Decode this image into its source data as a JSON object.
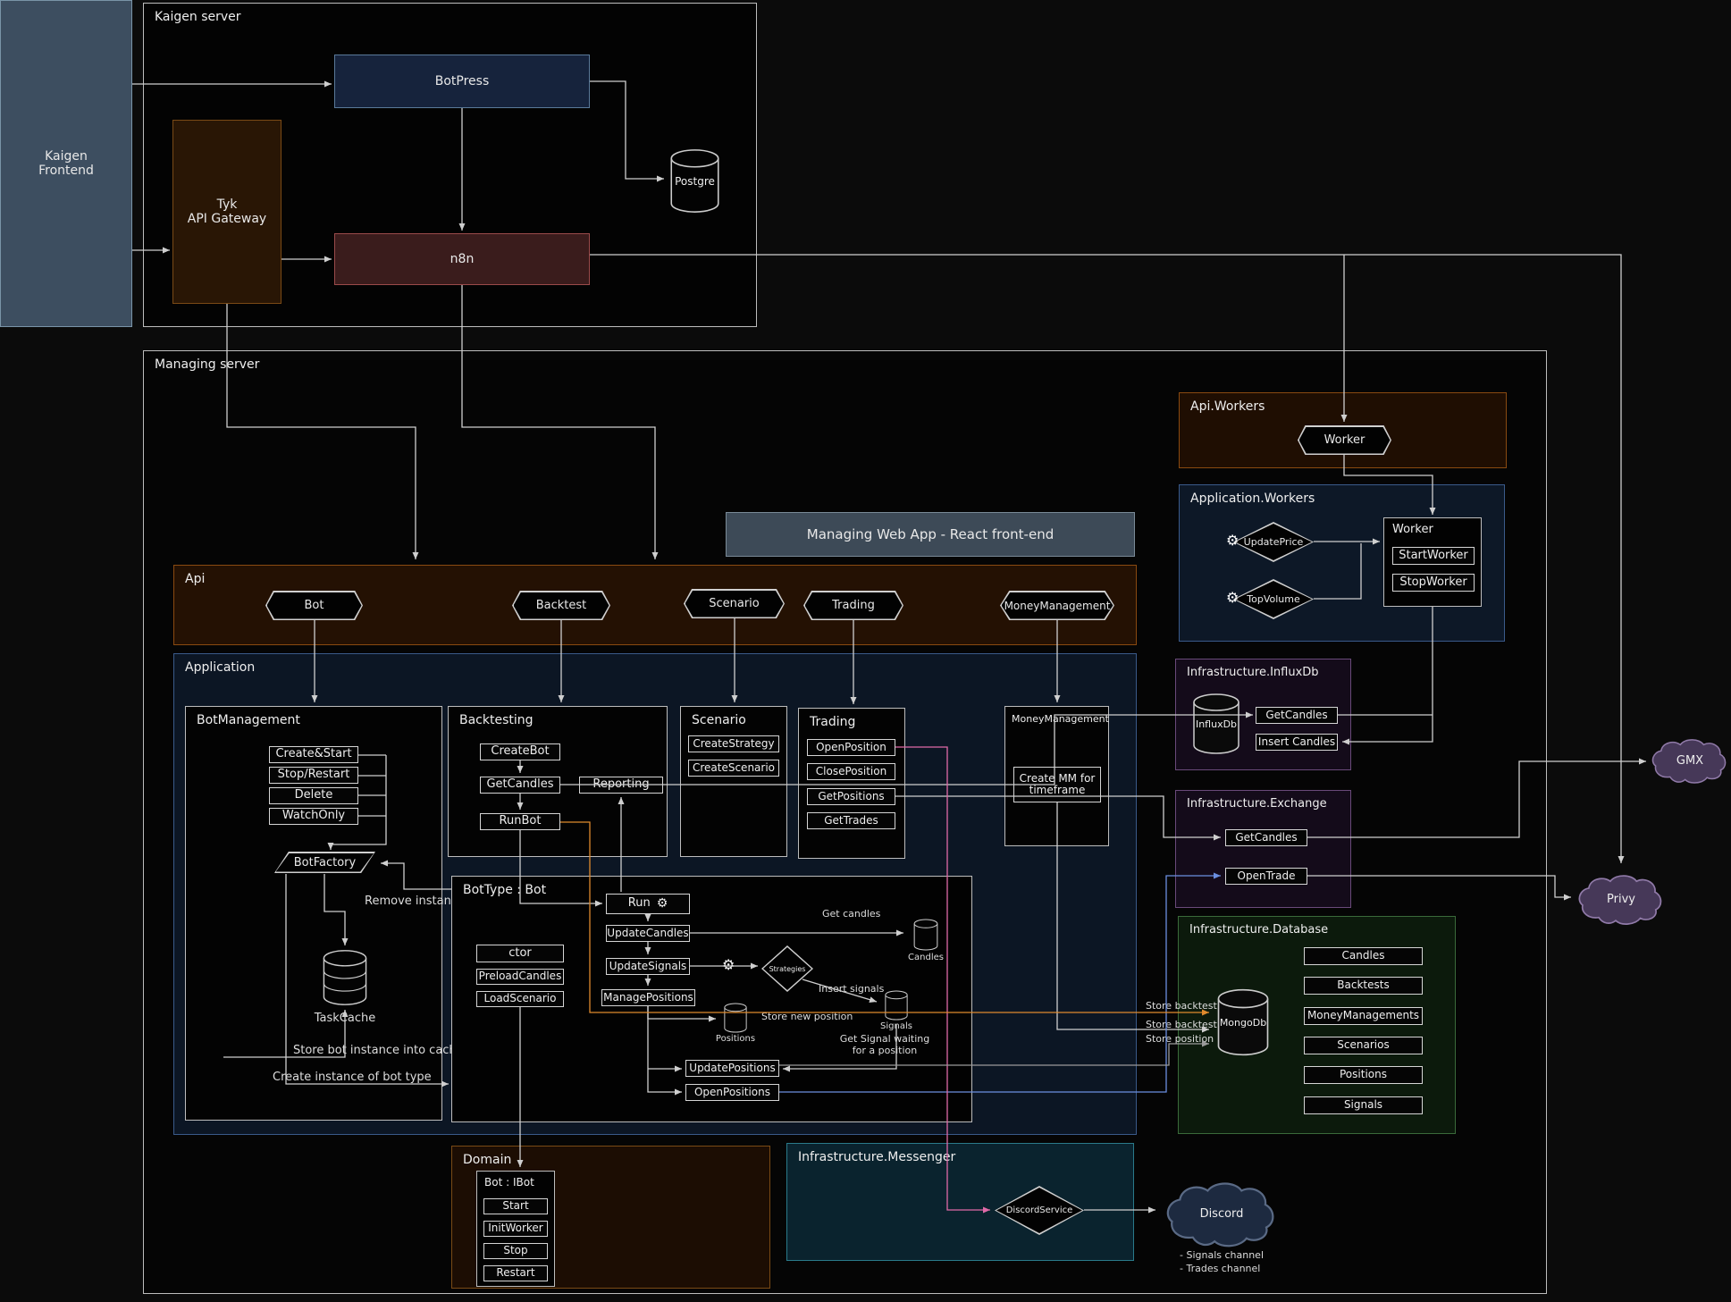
{
  "icons": {
    "gear": "⚙"
  },
  "colors": {
    "line": "#cfcfcf",
    "orange": "#e08a2d",
    "pink": "#e06aa8",
    "blue": "#6b8fe0",
    "gray": "#9a9a9a"
  },
  "kaigen_frontend": {
    "label": "Kaigen\nFrontend"
  },
  "kaigen_server": {
    "title": "Kaigen server",
    "botpress": "BotPress",
    "tyk": "Tyk\nAPI Gateway",
    "n8n": "n8n",
    "postgre": "Postgre"
  },
  "managing_server": {
    "title": "Managing server",
    "web_app": "Managing Web App - React front-end"
  },
  "api_workers": {
    "title": "Api.Workers",
    "worker": "Worker"
  },
  "application_workers": {
    "title": "Application.Workers",
    "update_price": "UpdatePrice",
    "top_volume": "TopVolume",
    "worker_box": {
      "title": "Worker",
      "start": "StartWorker",
      "stop": "StopWorker"
    }
  },
  "api": {
    "title": "Api",
    "endpoints": [
      "Bot",
      "Backtest",
      "Scenario",
      "Trading",
      "MoneyManagement"
    ]
  },
  "application": {
    "title": "Application",
    "bot_management": {
      "title": "BotManagement",
      "buttons": [
        "Create&Start",
        "Stop/Restart",
        "Delete",
        "WatchOnly"
      ],
      "bot_factory": "BotFactory",
      "task_cache": "TaskCache",
      "remove_instance": "Remove instance",
      "store_instance": "Store bot instance into cache",
      "create_instance": "Create instance of bot type"
    },
    "backtesting": {
      "title": "Backtesting",
      "create_bot": "CreateBot",
      "get_candles": "GetCandles",
      "run_bot": "RunBot",
      "reporting": "Reporting"
    },
    "scenario": {
      "title": "Scenario",
      "create_strategy": "CreateStrategy",
      "create_scenario": "CreateScenario"
    },
    "trading": {
      "title": "Trading",
      "open_position": "OpenPosition",
      "close_position": "ClosePosition",
      "get_positions": "GetPositions",
      "get_trades": "GetTrades"
    },
    "money_management": {
      "title": "MoneyManagement",
      "create_mm": "Create MM for\ntimeframe"
    },
    "bot_type": {
      "title": "BotType : Bot",
      "run": "Run",
      "update_candles": "UpdateCandles",
      "update_signals": "UpdateSignals",
      "manage_positions": "ManagePositions",
      "ctor": "ctor",
      "preload_candles": "PreloadCandles",
      "load_scenario": "LoadScenario",
      "update_positions": "UpdatePositions",
      "open_positions": "OpenPositions",
      "candles": "Candles",
      "strategies": "Strategies",
      "signals": "Signals",
      "positions": "Positions",
      "labels": {
        "get_candles": "Get candles",
        "insert_signals": "Insert signals",
        "store_new_position": "Store new position",
        "get_signal": "Get Signal waiting\nfor a position"
      }
    }
  },
  "influxdb": {
    "title": "Infrastructure.InfluxDb",
    "db": "InfluxDb",
    "get_candles": "GetCandles",
    "insert_candles": "Insert Candles"
  },
  "exchange": {
    "title": "Infrastructure.Exchange",
    "get_candles": "GetCandles",
    "open_trade": "OpenTrade"
  },
  "database": {
    "title": "Infrastructure.Database",
    "db": "MongoDb",
    "collections": [
      "Candles",
      "Backtests",
      "MoneyManagements",
      "Scenarios",
      "Positions",
      "Signals"
    ],
    "store_backtest_1": "Store backtest",
    "store_backtest_2": "Store backtest",
    "store_position": "Store position"
  },
  "domain": {
    "title": "Domain",
    "bot_ibot": "Bot : IBot",
    "start": "Start",
    "init_worker": "InitWorker",
    "stop": "Stop",
    "restart": "Restart"
  },
  "messenger": {
    "title": "Infrastructure.Messenger",
    "discord_service": "DiscordService"
  },
  "discord": {
    "label": "Discord",
    "channels": [
      "- Signals channel",
      "- Trades channel"
    ]
  },
  "external": {
    "gmx": "GMX",
    "privy": "Privy"
  }
}
